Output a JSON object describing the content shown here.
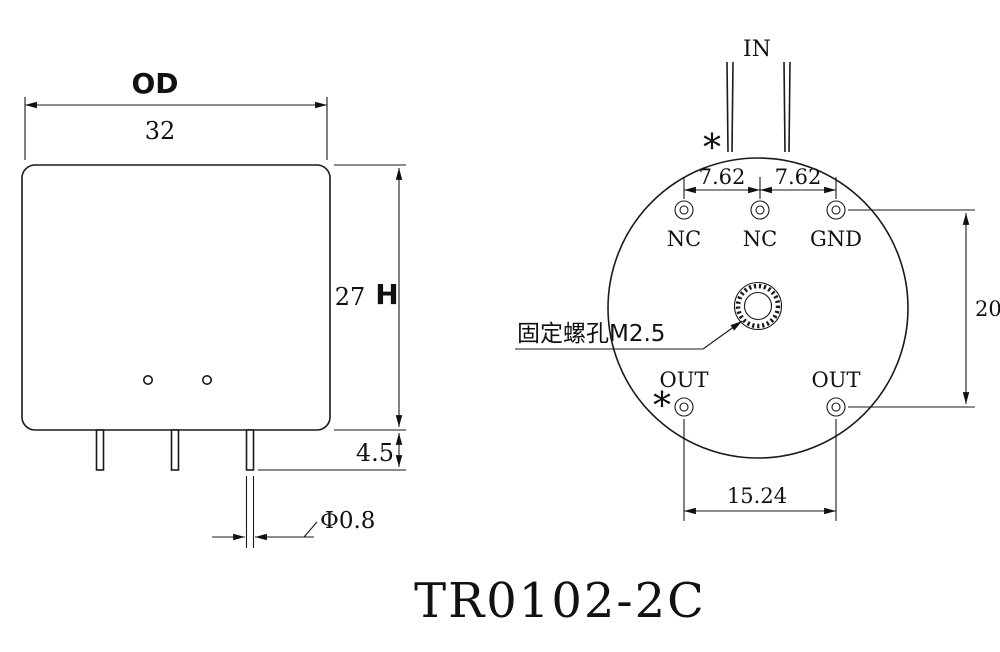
{
  "title": "TR0102-2C",
  "side_view": {
    "od_label": "OD",
    "width_value": "32",
    "height_value": "27",
    "height_label": "H",
    "pin_length_value": "4.5",
    "pin_diameter_value": "Φ0.8"
  },
  "pin_view": {
    "in_label": "IN",
    "asterisk_top": "*",
    "asterisk_bottom": "*",
    "pitch_left_value": "7.62",
    "pitch_right_value": "7.62",
    "pin_labels": {
      "nc1": "NC",
      "nc2": "NC",
      "gnd": "GND",
      "out_left": "OUT",
      "out_right": "OUT"
    },
    "row_spacing_value": "20",
    "out_spacing_value": "15.24",
    "screw_hole_note": "固定螺孔M2.5"
  }
}
